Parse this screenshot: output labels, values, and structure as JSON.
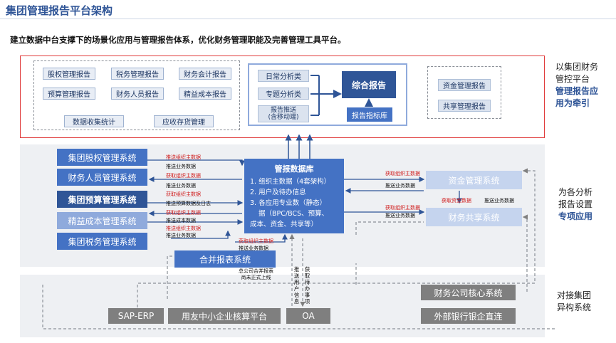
{
  "header": {
    "title": "集团管理报告平台架构",
    "subtitle": "建立数据中台支撑下的场景化应用与管理报告体系，优化财务管理职能及完善管理工具平台。"
  },
  "top_layer": {
    "report_tags": [
      "股权管理报告",
      "税务管理报告",
      "财务会计报告",
      "预算管理报告",
      "财务人员报告",
      "精益成本报告"
    ],
    "collect_tags": [
      "数据收集统计",
      "应收存货管理"
    ],
    "analysis": {
      "daily": "日常分析类",
      "topic": "专题分析类",
      "push": "报告推送\n(含移动端)",
      "comprehensive": "综合报告",
      "indicator_lib": "报告指标库"
    },
    "mgmt_tags": [
      "资金管理报告",
      "共享管理报告"
    ]
  },
  "middle_layer": {
    "left_systems": [
      "集团股权管理系统",
      "财务人员管理系统",
      "集团预算管理系统",
      "精益成本管理系统",
      "集团税务管理系统"
    ],
    "database": {
      "title": "管报数据库",
      "items": [
        "1.  组织主数据（4套架构）",
        "2.  用户及待办信息",
        "3.  各应用专业数（静态）",
        "据（BPC/BCS、预算、",
        "成本、资金、共享等）"
      ]
    },
    "consolidation": "合并报表系统",
    "right_systems": [
      "资金管理系统",
      "财务共享系统"
    ],
    "flow_labels": {
      "push_org": "推送组织主数据",
      "push_biz": "推送业务数据",
      "get_org": "获取组织主数据",
      "push_budget_log": "推送预算数据及日志",
      "push_cost": "推送成本数据",
      "get_fund": "获取资金数据",
      "consol_note": "总公司合并报表\n尚未正式上线",
      "push_users": "推送用户信息",
      "get_todo": "获取待办事项"
    }
  },
  "bottom_layer": {
    "systems": [
      "SAP-ERP",
      "用友中小企业核算平台",
      "OA",
      "财务公司核心系统",
      "外部银行银企直连"
    ]
  },
  "right_labels": {
    "top": {
      "line1": "以集团财务",
      "line2": "管控平台",
      "blue1": "管理报告应",
      "blue2": "用为牵引"
    },
    "middle": {
      "line1": "为各分析",
      "line2": "报告设置",
      "blue1": "专项应用"
    },
    "bottom": {
      "line1": "对接集团",
      "line2": "异构系统"
    }
  }
}
